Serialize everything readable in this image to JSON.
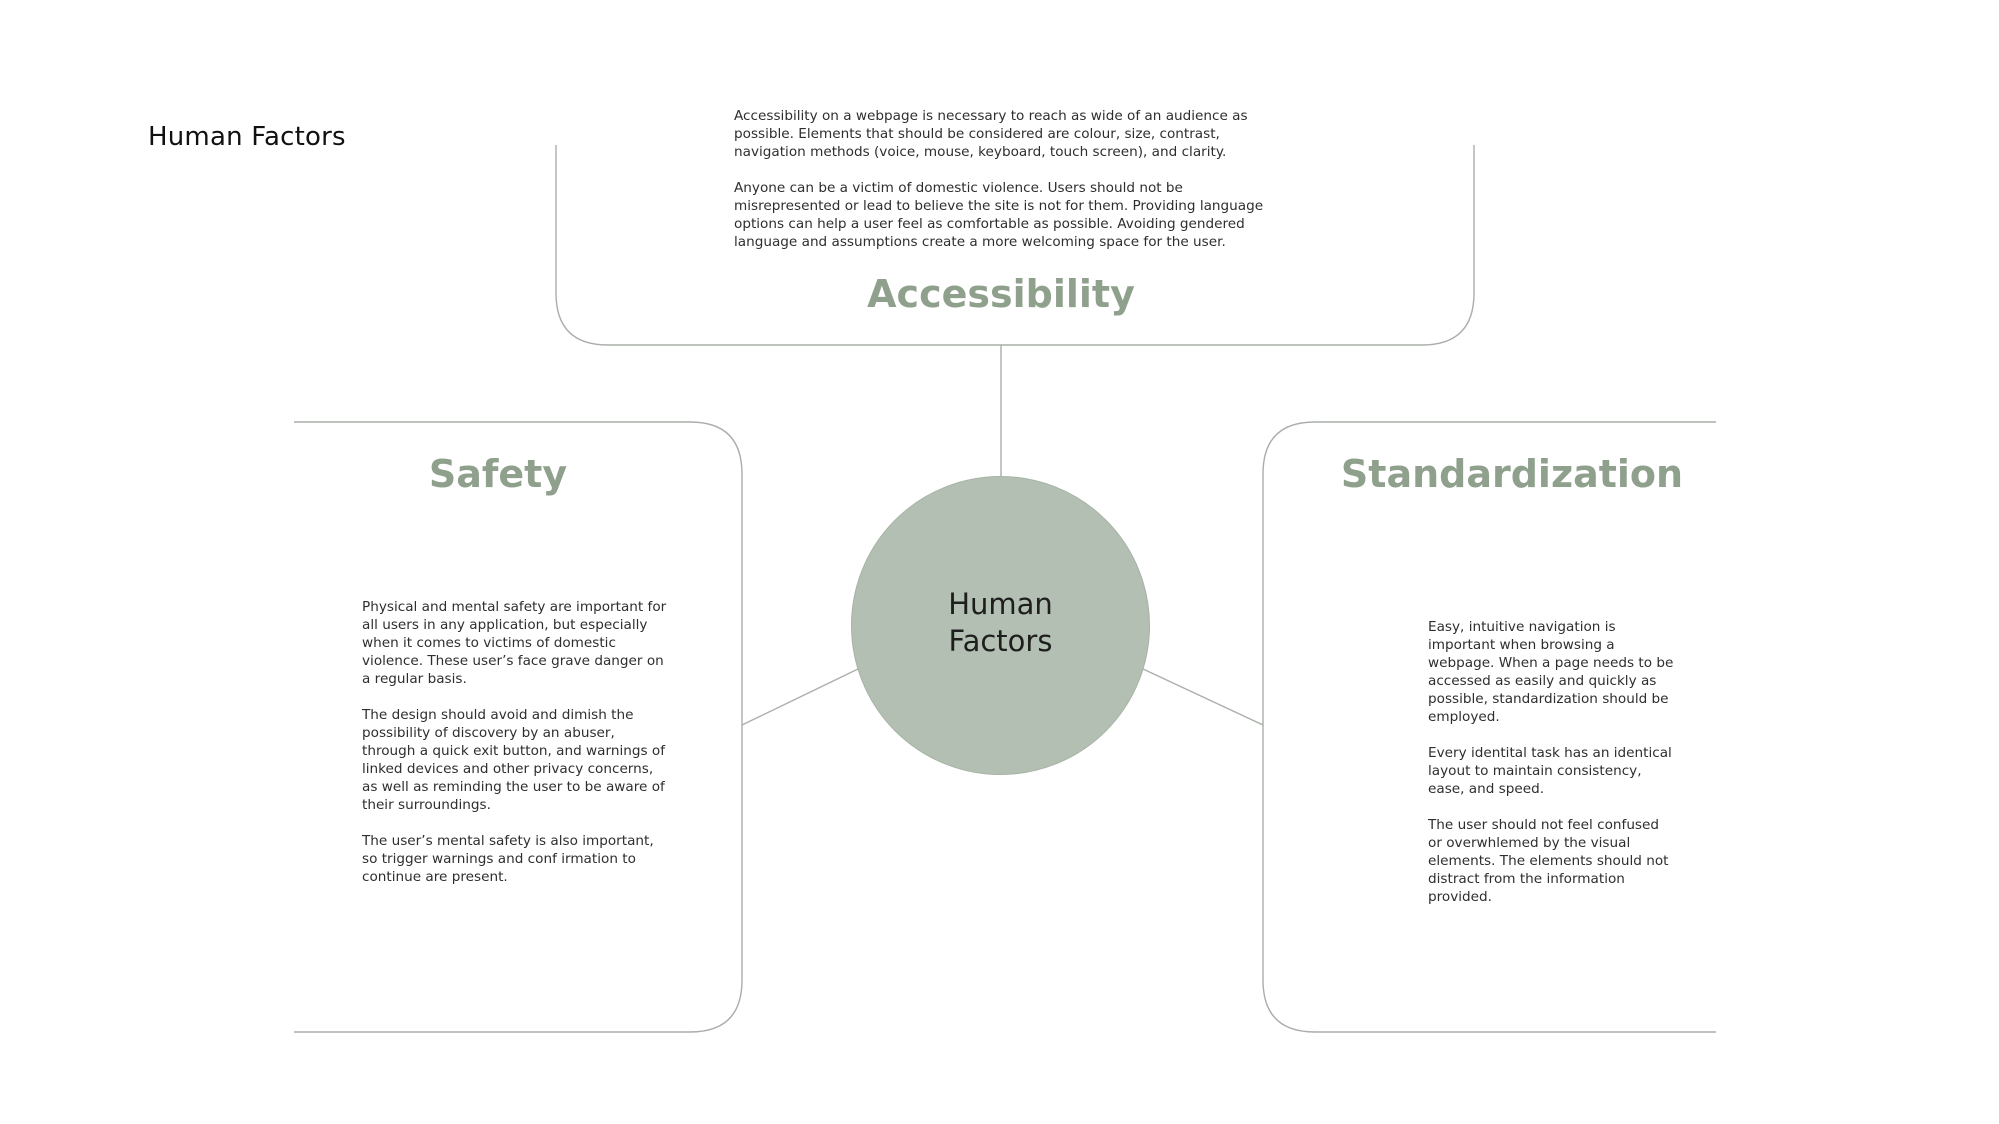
{
  "page": {
    "title": "Human Factors"
  },
  "colors": {
    "heading": "#8fa08c",
    "hub_fill": "#b3bfb2",
    "line": "#a9afa8",
    "text": "#2e2e2e"
  },
  "hub": {
    "label": "Human Factors"
  },
  "accessibility": {
    "heading": "Accessibility",
    "paragraphs": [
      "Accessibility on a webpage is necessary to reach as wide of an audience as possible. Elements that should be considered are colour, size, contrast, navigation methods (voice, mouse, keyboard, touch screen), and clarity.",
      "Anyone can be a victim of domestic violence. Users should not be misrepresented or lead to believe the site is not for them. Providing language options can help a user feel as comfortable as possible. Avoiding gendered language and assumptions create a more welcoming space for the user."
    ]
  },
  "safety": {
    "heading": "Safety",
    "paragraphs": [
      "Physical and mental safety are important for all users in any application, but especially when it comes to victims of domestic violence. These user’s face grave danger on a regular basis.",
      "The design should avoid and dimish the possibility of discovery by an abuser, through a quick exit button, and warnings of linked devices and other privacy concerns, as well as reminding the user to be aware of their surroundings.",
      "The user’s mental safety is also important, so trigger warnings and conf irmation to continue are present."
    ]
  },
  "standardization": {
    "heading": "Standardization",
    "paragraphs": [
      "Easy, intuitive navigation is important when browsing a webpage. When a page needs to be accessed as easily and quickly as possible, standardization should be employed.",
      "Every identital task has an identical layout to maintain consistency, ease, and speed.",
      "The user should not feel confused or overwhlemed by the visual elements. The elements should not distract from the information provided."
    ]
  }
}
